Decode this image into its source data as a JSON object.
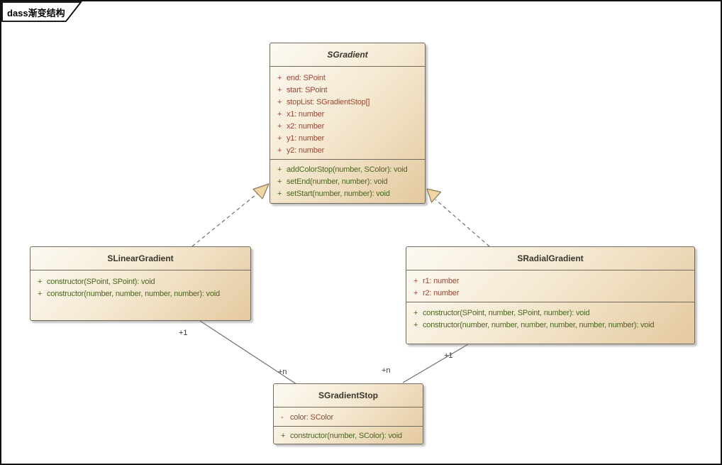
{
  "frame": {
    "label": "dass渐变结构"
  },
  "colors": {
    "box_fill_light": "#fdfaf3",
    "box_fill_dark": "#e4c99f",
    "box_border": "#716b5d",
    "attribute_text": "#994634",
    "method_text": "#4a661f",
    "title_text": "#39362c",
    "connector": "#6f6f6f",
    "arrowhead_fill": "#f0d5a5"
  },
  "classes": {
    "sgradient": {
      "name": "SGradient",
      "attributes": [
        {
          "marker": "+",
          "text": "end: SPoint"
        },
        {
          "marker": "+",
          "text": "start: SPoint"
        },
        {
          "marker": "+",
          "text": "stopList: SGradientStop[]"
        },
        {
          "marker": "+",
          "text": "x1: number"
        },
        {
          "marker": "+",
          "text": "x2: number"
        },
        {
          "marker": "+",
          "text": "y1: number"
        },
        {
          "marker": "+",
          "text": "y2: number"
        }
      ],
      "methods": [
        {
          "marker": "+",
          "text": "addColorStop(number, SColor): void"
        },
        {
          "marker": "+",
          "text": "setEnd(number, number): void"
        },
        {
          "marker": "+",
          "text": "setStart(number, number): void"
        }
      ]
    },
    "slineargradient": {
      "name": "SLinearGradient",
      "methods": [
        {
          "marker": "+",
          "text": "constructor(SPoint, SPoint): void"
        },
        {
          "marker": "+",
          "text": "constructor(number, number, number, number): void"
        }
      ]
    },
    "sradialgradient": {
      "name": "SRadialGradient",
      "attributes": [
        {
          "marker": "+",
          "text": "r1: number"
        },
        {
          "marker": "+",
          "text": "r2: number"
        }
      ],
      "methods": [
        {
          "marker": "+",
          "text": "constructor(SPoint, number, SPoint, number): void"
        },
        {
          "marker": "+",
          "text": "constructor(number, number, number, number, number, number): void"
        }
      ]
    },
    "sgradientstop": {
      "name": "SGradientStop",
      "attributes": [
        {
          "marker": "-",
          "text": "color: SColor"
        }
      ],
      "methods": [
        {
          "marker": "+",
          "text": "constructor(number, SColor): void"
        }
      ]
    }
  },
  "connectors": {
    "linear_realizes_gradient": {
      "style": "dashed-triangle"
    },
    "radial_realizes_gradient": {
      "style": "dashed-triangle"
    },
    "linear_to_stop": {
      "source_label": "+1",
      "target_label": "+n"
    },
    "radial_to_stop": {
      "source_label": "+1",
      "target_label": "+n"
    }
  }
}
